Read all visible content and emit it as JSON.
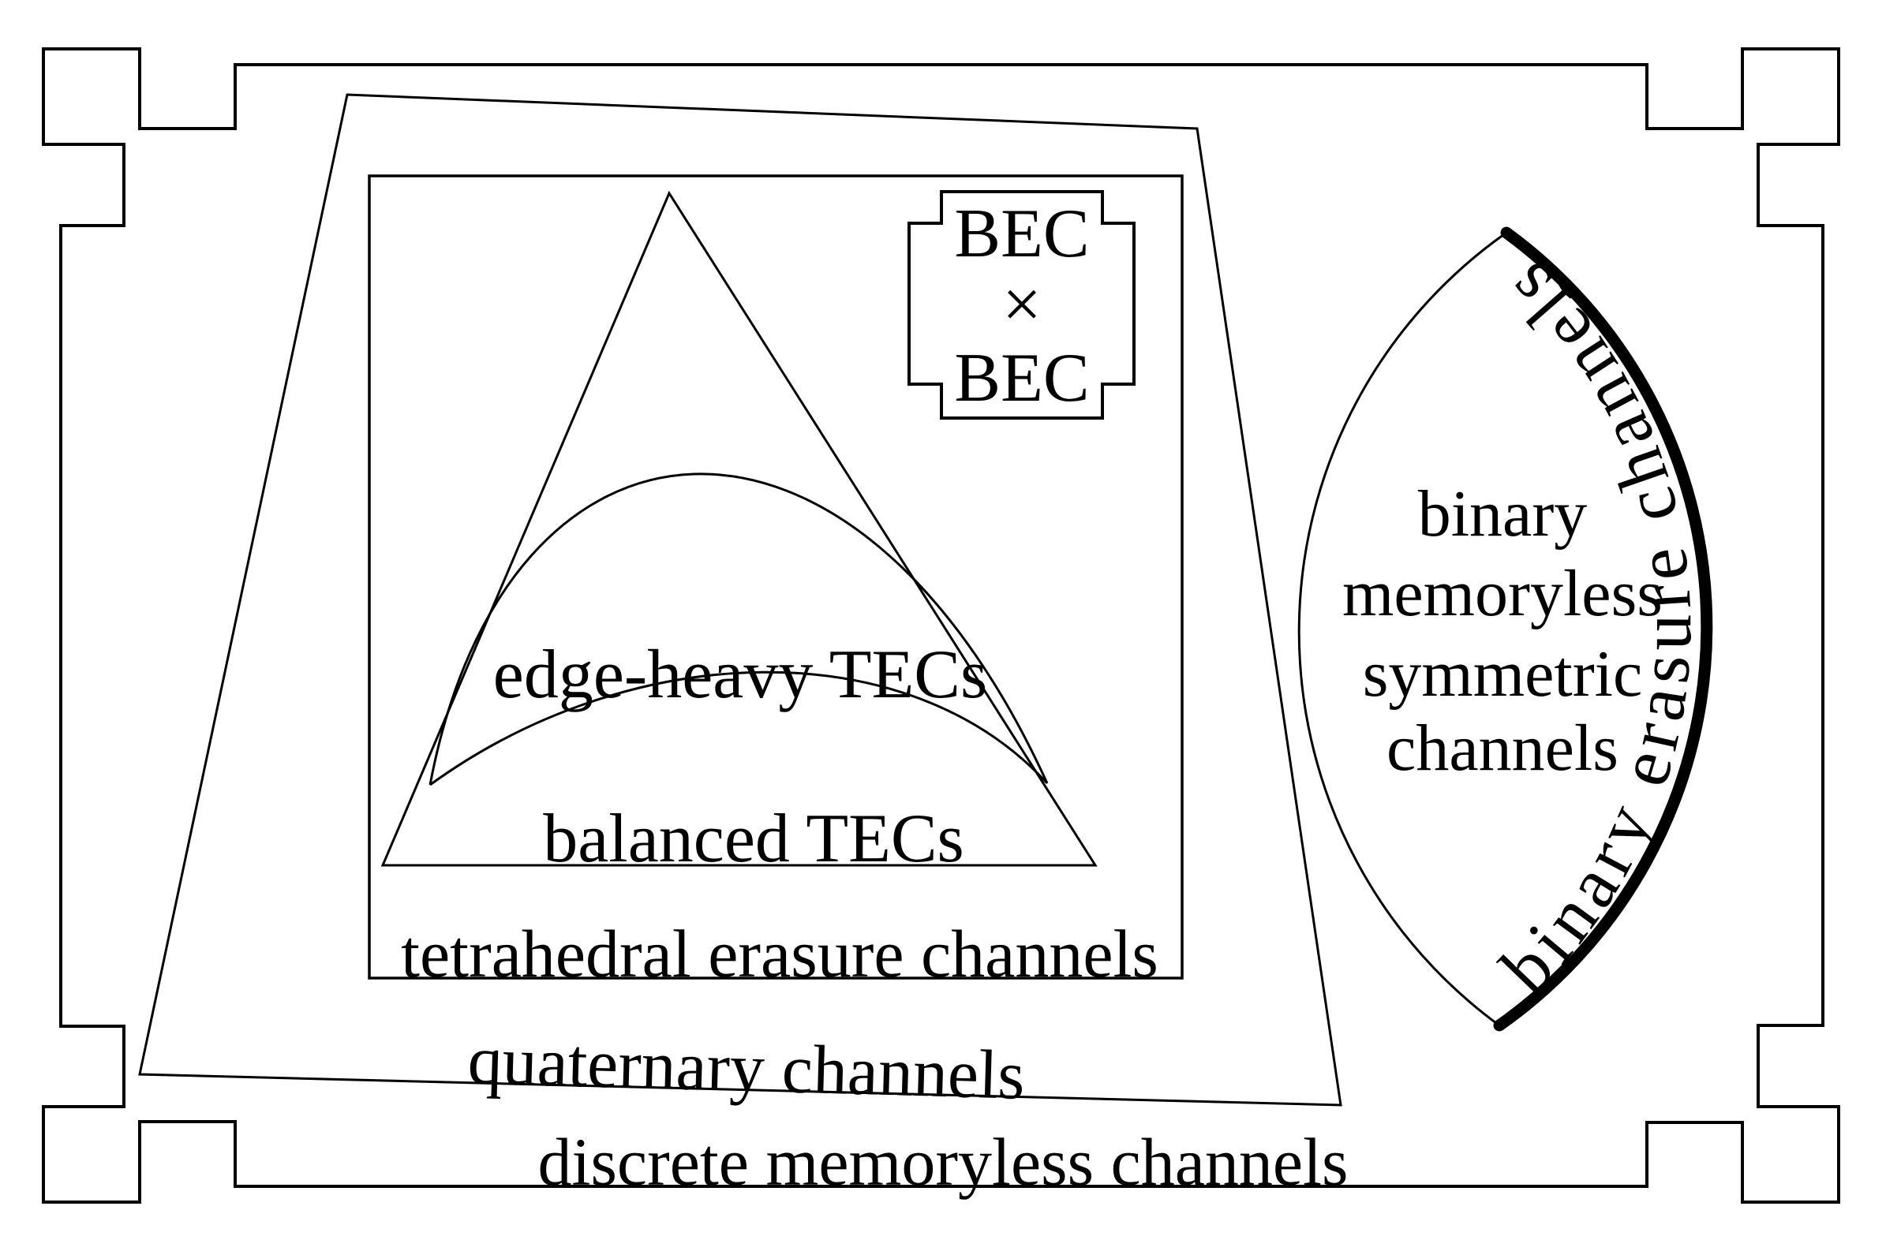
{
  "figure": {
    "colors": {
      "ink": "#000000",
      "background": "#ffffff"
    },
    "labels": {
      "bec_box": {
        "line1": "BEC",
        "times": "×",
        "line2": "BEC"
      },
      "edge_heavy": "edge-heavy TECs",
      "balanced": "balanced TECs",
      "tetrahedral": "tetrahedral erasure channels",
      "quaternary": "quaternary channels",
      "discrete": "discrete memoryless channels",
      "bms": {
        "line1": "binary",
        "line2": "memoryless",
        "line3": "symmetric",
        "line4": "channels"
      },
      "bec_arc": "binary erasure channels"
    }
  }
}
